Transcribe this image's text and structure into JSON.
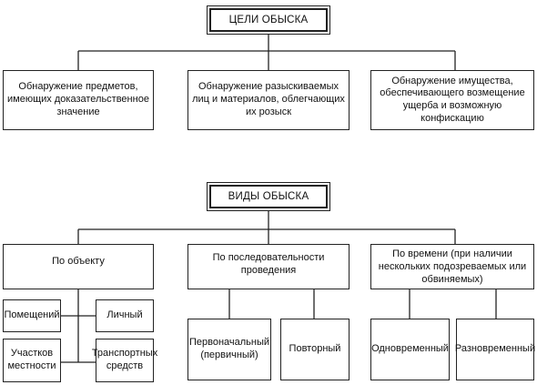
{
  "goals": {
    "title": "ЦЕЛИ ОБЫСКА",
    "items": [
      "Обнаружение предметов, имеющих доказательственное значение",
      "Обнаружение разыскиваемых лиц и материалов, облегчающих их розыск",
      "Обнаружение имущества, обеспечивающего возмещение ущерба и возможную конфискацию"
    ]
  },
  "types": {
    "title": "ВИДЫ ОБЫСКА",
    "categories": [
      {
        "label": "По объекту",
        "children": [
          "Помещений",
          "Личный",
          "Участков местности",
          "Транспортных средств"
        ]
      },
      {
        "label": "По последовательности проведения",
        "children": [
          "Первоначальный (первичный)",
          "Повторный"
        ]
      },
      {
        "label": "По времени (при наличии нескольких подозреваемых или обвиняемых)",
        "children": [
          "Одновременный",
          "Разновременный"
        ]
      }
    ]
  }
}
